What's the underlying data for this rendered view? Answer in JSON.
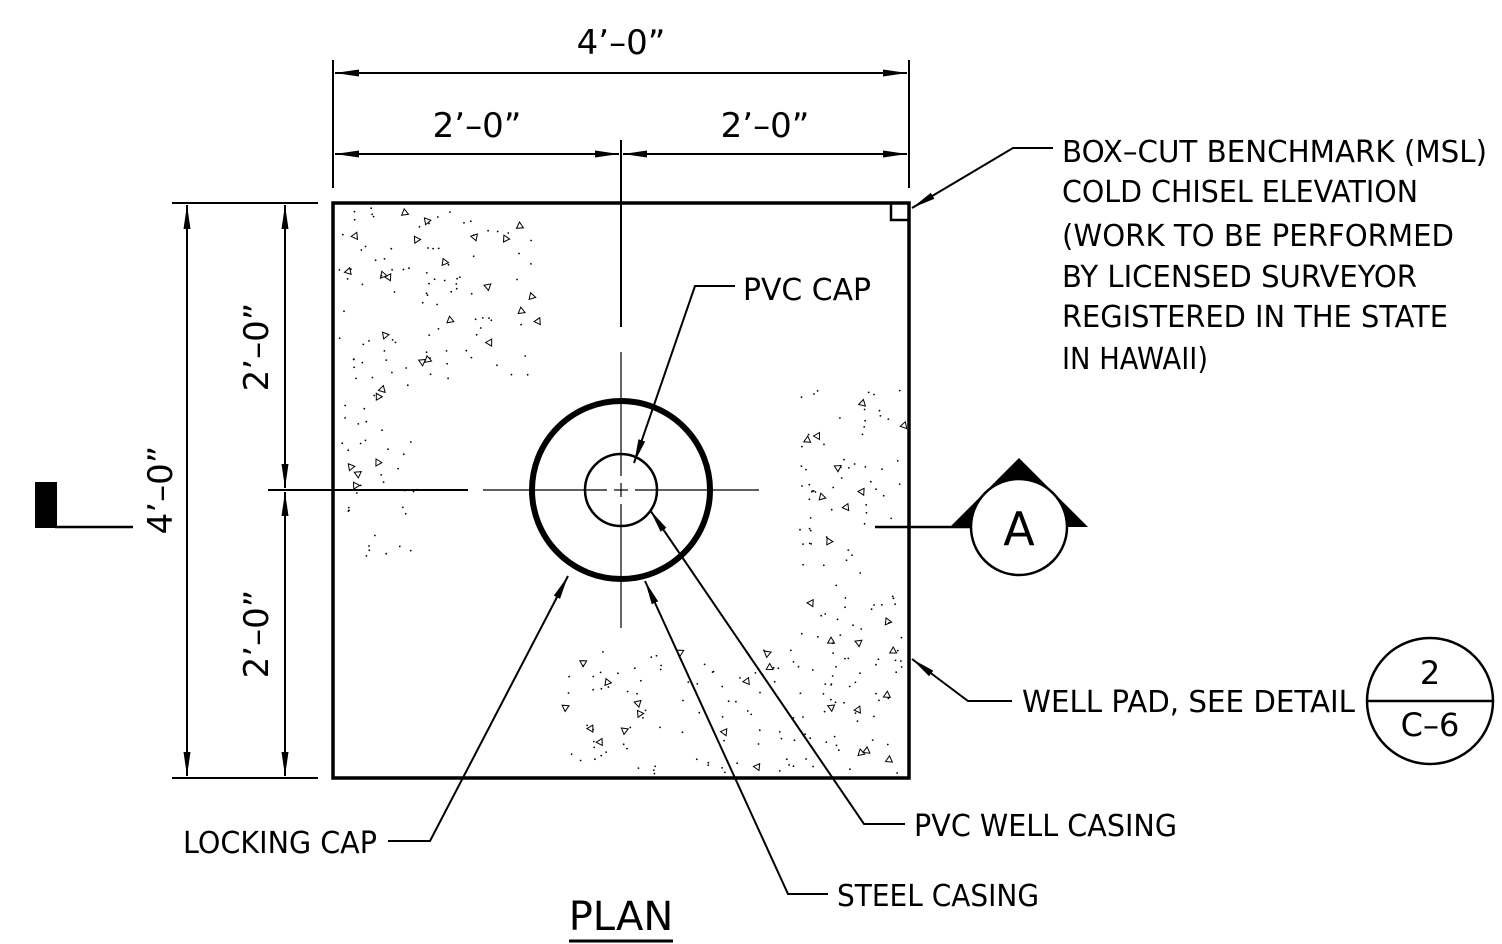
{
  "dimensions": {
    "overall_width": "4’–0”",
    "left_half_width": "2’–0”",
    "right_half_width": "2’–0”",
    "overall_height": "4’–0”",
    "upper_half_height": "2’–0”",
    "lower_half_height": "2’–0”"
  },
  "callouts": {
    "benchmark_lines": [
      "BOX–CUT BENCHMARK (MSL)",
      "COLD CHISEL ELEVATION",
      "(WORK TO BE PERFORMED",
      "BY LICENSED SURVEYOR",
      "REGISTERED IN THE STATE",
      "IN HAWAII)"
    ],
    "pvc_cap": "PVC CAP",
    "well_pad": "WELL PAD, SEE DETAIL",
    "locking_cap": "LOCKING CAP",
    "pvc_well_casing": "PVC WELL CASING",
    "steel_casing": "STEEL CASING"
  },
  "section_marker": {
    "letter": "A"
  },
  "detail_reference": {
    "number": "2",
    "sheet": "C–6"
  },
  "title": "PLAN"
}
